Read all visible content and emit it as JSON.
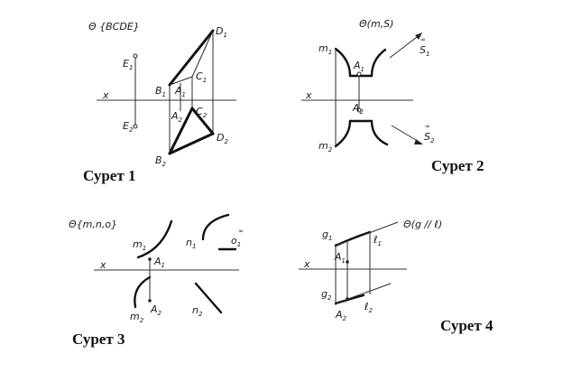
{
  "figures": [
    {
      "caption": "Сурет 1",
      "notation": "Θ {BCDE}",
      "axis_label": "x",
      "points": [
        {
          "name": "E",
          "i": "1"
        },
        {
          "name": "E",
          "i": "2"
        },
        {
          "name": "B",
          "i": "1"
        },
        {
          "name": "B",
          "i": "2"
        },
        {
          "name": "A",
          "i": "1"
        },
        {
          "name": "A",
          "i": "2"
        },
        {
          "name": "C",
          "i": "1"
        },
        {
          "name": "C",
          "i": "2"
        },
        {
          "name": "D",
          "i": "1"
        },
        {
          "name": "D",
          "i": "2"
        }
      ]
    },
    {
      "caption": "Сурет 2",
      "notation": "Θ(m,S)",
      "axis_label": "x",
      "points": [
        {
          "name": "m",
          "i": "1"
        },
        {
          "name": "m",
          "i": "2"
        },
        {
          "name": "A",
          "i": "1"
        },
        {
          "name": "A",
          "i": "2"
        },
        {
          "name": "S",
          "i": "1",
          "sup": "∞"
        },
        {
          "name": "S",
          "i": "2",
          "sup": "∞"
        }
      ]
    },
    {
      "caption": "Сурет 3",
      "notation": "Θ{m,n,o}",
      "axis_label": "x",
      "points": [
        {
          "name": "m",
          "i": "1"
        },
        {
          "name": "m",
          "i": "2"
        },
        {
          "name": "n",
          "i": "1"
        },
        {
          "name": "n",
          "i": "2"
        },
        {
          "name": "A",
          "i": "1"
        },
        {
          "name": "A",
          "i": "2"
        },
        {
          "name": "o",
          "i": "1",
          "sup": "∞"
        }
      ]
    },
    {
      "caption": "Сурет 4",
      "notation": "Θ(g ∕∕ ℓ)",
      "axis_label": "x",
      "points": [
        {
          "name": "g",
          "i": "1"
        },
        {
          "name": "g",
          "i": "2"
        },
        {
          "name": "ℓ",
          "i": "1"
        },
        {
          "name": "ℓ",
          "i": "2"
        },
        {
          "name": "A",
          "i": "1"
        },
        {
          "name": "A",
          "i": "2"
        }
      ]
    }
  ]
}
